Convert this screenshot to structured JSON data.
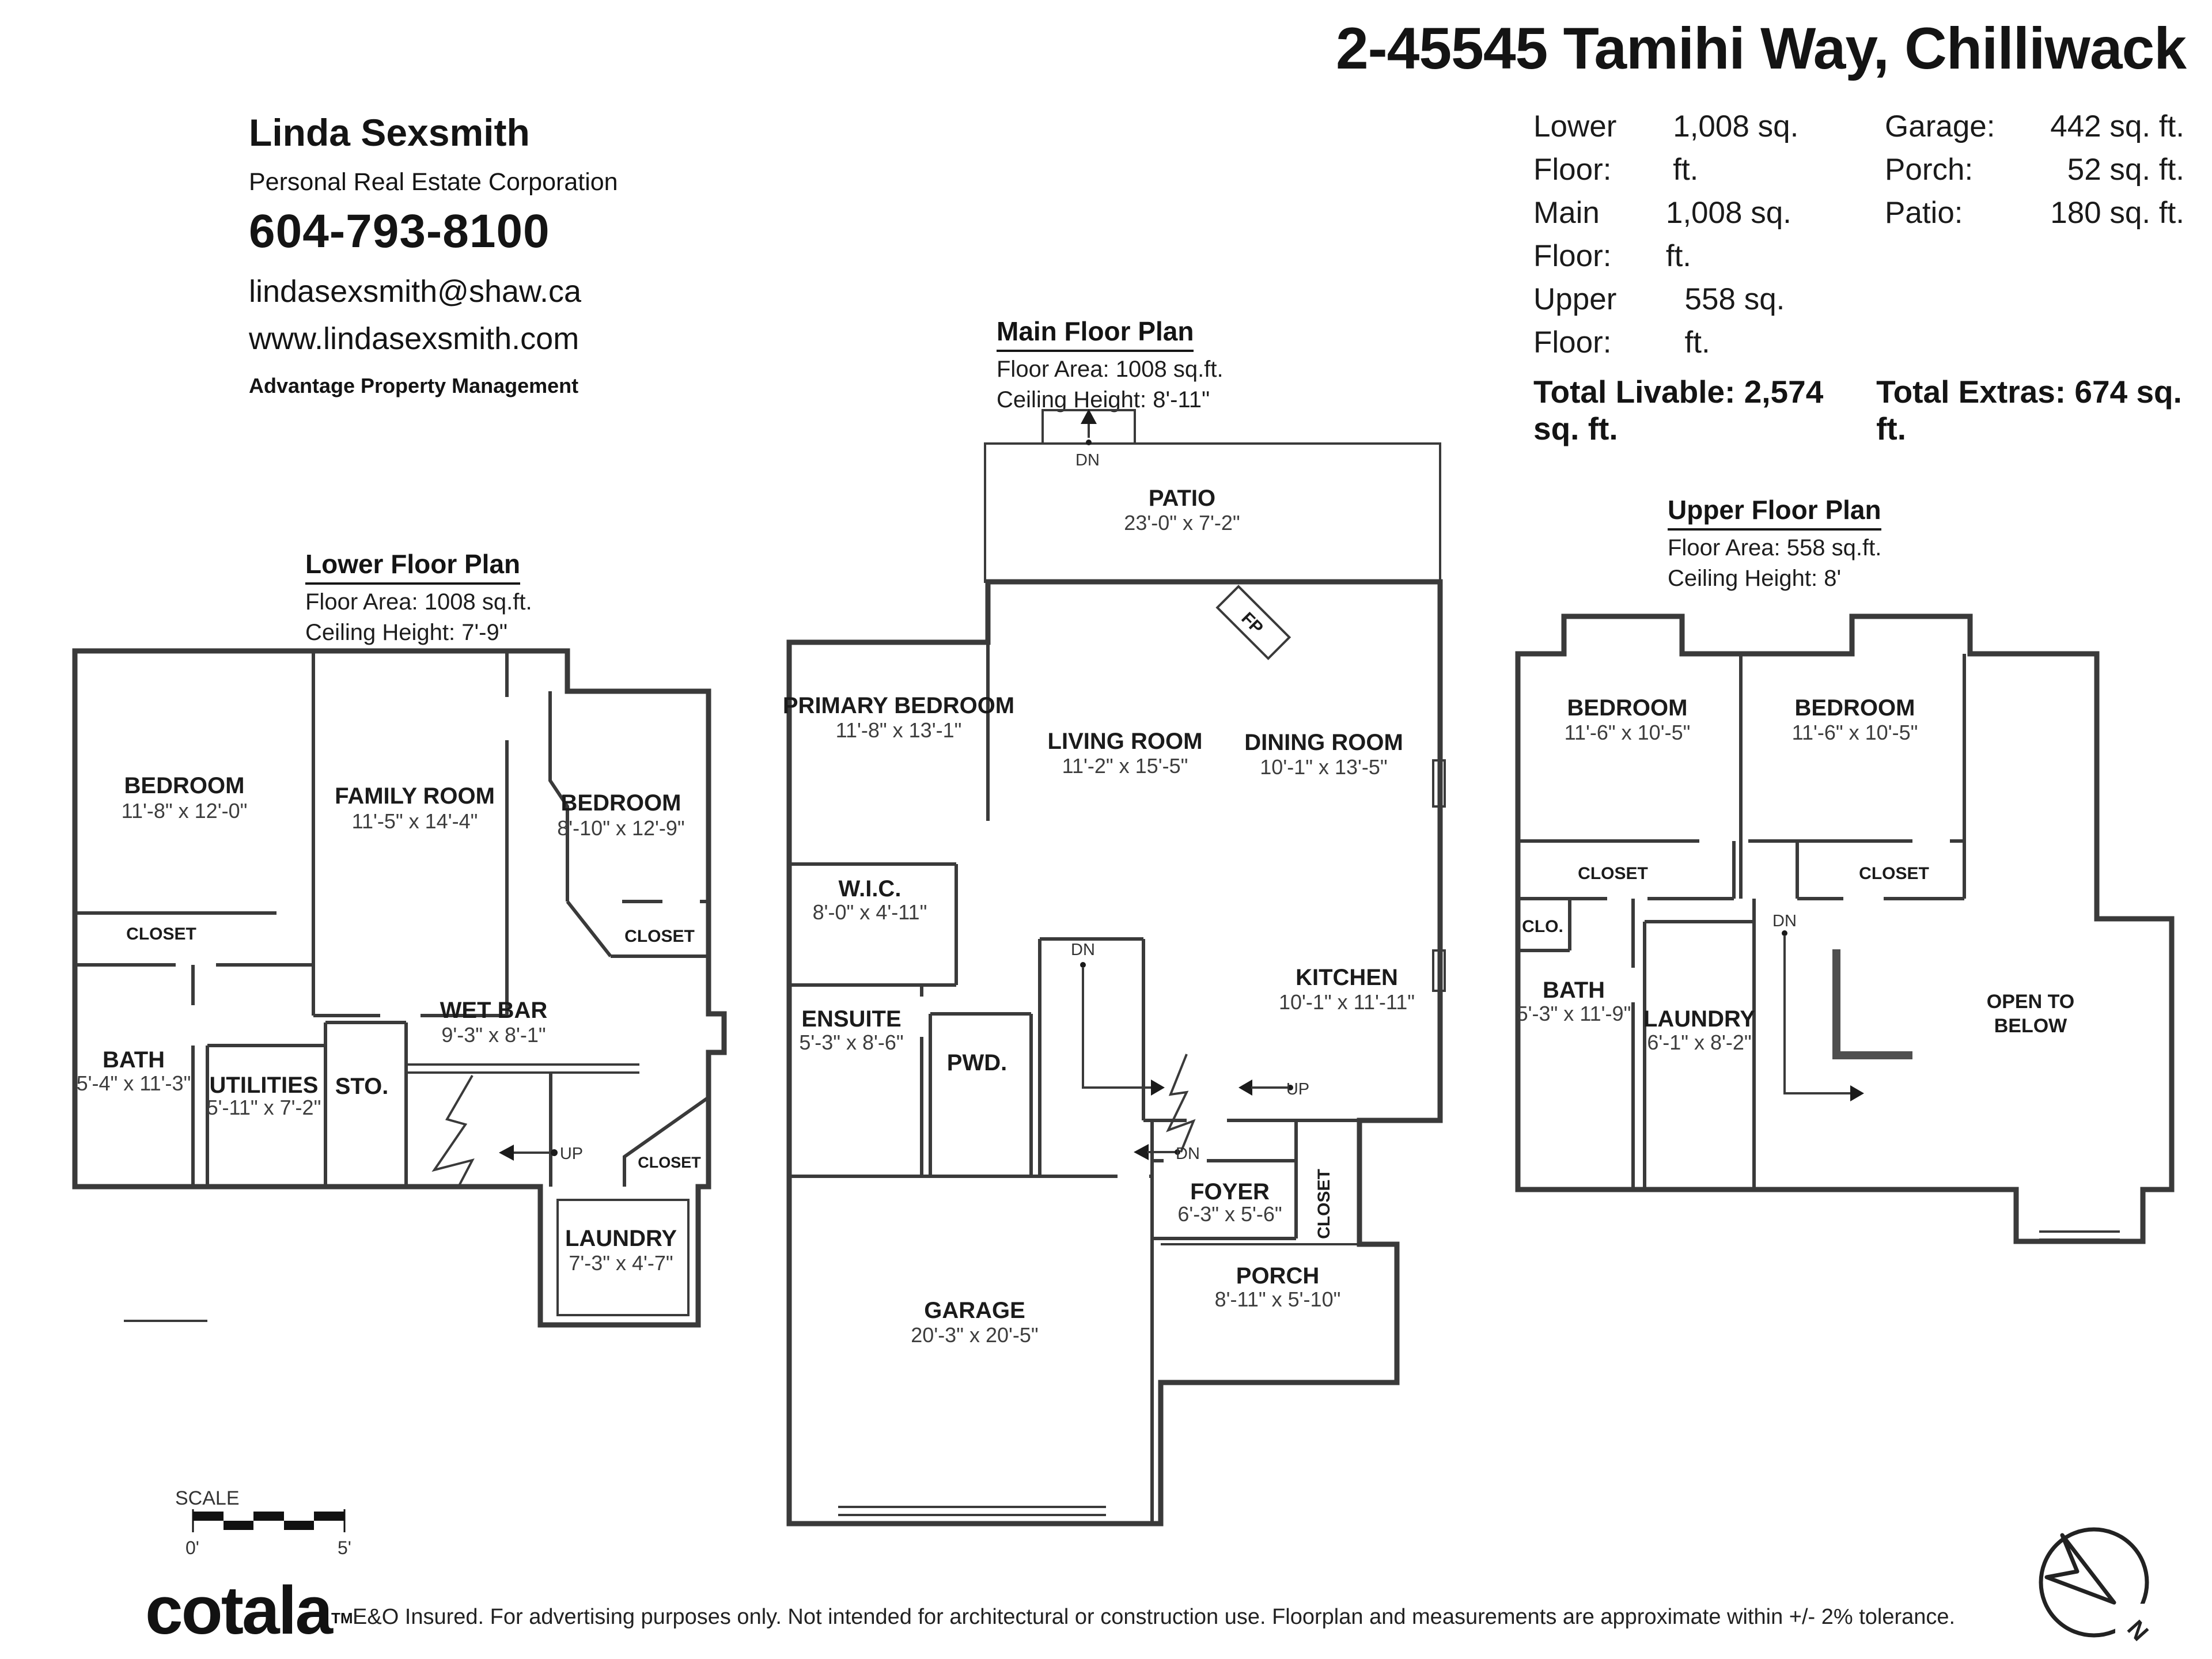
{
  "header": {
    "address": "2-45545 Tamihi Way, Chilliwack",
    "sqft_left": [
      {
        "label": "Lower Floor:",
        "value": "1,008 sq. ft."
      },
      {
        "label": "Main Floor:",
        "value": "1,008 sq. ft."
      },
      {
        "label": "Upper Floor:",
        "value": "558 sq. ft."
      }
    ],
    "sqft_right": [
      {
        "label": "Garage:",
        "value": "442 sq. ft."
      },
      {
        "label": "Porch:",
        "value": "52 sq. ft."
      },
      {
        "label": "Patio:",
        "value": "180 sq. ft."
      }
    ],
    "total_livable": "Total Livable: 2,574 sq. ft.",
    "total_extras": "Total Extras: 674 sq. ft."
  },
  "agent": {
    "name": "Linda Sexsmith",
    "designation": "Personal Real Estate Corporation",
    "phone": "604-793-8100",
    "email": "lindasexsmith@shaw.ca",
    "website": "www.lindasexsmith.com",
    "brokerage": "Advantage Property Management"
  },
  "floors": {
    "lower": {
      "title": "Lower Floor Plan",
      "area": "Floor Area: 1008 sq.ft.",
      "ceiling": "Ceiling Height: 7'-9\"",
      "rooms": {
        "bedroom1": {
          "name": "BEDROOM",
          "dims": "11'-8\" x 12'-0\""
        },
        "family": {
          "name": "FAMILY ROOM",
          "dims": "11'-5\" x 14'-4\""
        },
        "bedroom2": {
          "name": "BEDROOM",
          "dims": "8'-10\" x 12'-9\""
        },
        "closet_left": "CLOSET",
        "closet_right": "CLOSET",
        "bath": {
          "name": "BATH",
          "dims": "5'-4\" x 11'-3\""
        },
        "utilities": {
          "name": "UTILITIES",
          "dims": "5'-11\" x 7'-2\""
        },
        "sto": "STO.",
        "wetbar": {
          "name": "WET BAR",
          "dims": "9'-3\" x 8'-1\""
        },
        "up": "UP",
        "closet_br": "CLOSET",
        "laundry": {
          "name": "LAUNDRY",
          "dims": "7'-3\" x 4'-7\""
        }
      }
    },
    "main": {
      "title": "Main Floor Plan",
      "area": "Floor Area: 1008 sq.ft.",
      "ceiling": "Ceiling Height: 8'-11\"",
      "rooms": {
        "patio": {
          "name": "PATIO",
          "dims": "23'-0\" x 7'-2\""
        },
        "dn_top": "DN",
        "primary": {
          "name": "PRIMARY BEDROOM",
          "dims": "11'-8\" x 13'-1\""
        },
        "living": {
          "name": "LIVING ROOM",
          "dims": "11'-2\" x 15'-5\""
        },
        "dining": {
          "name": "DINING ROOM",
          "dims": "10'-1\" x 13'-5\""
        },
        "wic": {
          "name": "W.I.C.",
          "dims": "8'-0\" x 4'-11\""
        },
        "ensuite": {
          "name": "ENSUITE",
          "dims": "5'-3\" x 8'-6\""
        },
        "pwd": "PWD.",
        "dn_stairs": "DN",
        "up": "UP",
        "kitchen": {
          "name": "KITCHEN",
          "dims": "10'-1\" x 11'-11\""
        },
        "fp": "FP",
        "dn_foyer": "DN",
        "foyer": {
          "name": "FOYER",
          "dims": "6'-3\" x 5'-6\""
        },
        "closet": "CLOSET",
        "porch": {
          "name": "PORCH",
          "dims": "8'-11\" x 5'-10\""
        },
        "garage": {
          "name": "GARAGE",
          "dims": "20'-3\" x 20'-5\""
        }
      }
    },
    "upper": {
      "title": "Upper Floor Plan",
      "area": "Floor Area: 558 sq.ft.",
      "ceiling": "Ceiling Height: 8'",
      "rooms": {
        "bedroom1": {
          "name": "BEDROOM",
          "dims": "11'-6\" x 10'-5\""
        },
        "bedroom2": {
          "name": "BEDROOM",
          "dims": "11'-6\" x 10'-5\""
        },
        "closet_left": "CLOSET",
        "closet_right": "CLOSET",
        "clo": "CLO.",
        "bath": {
          "name": "BATH",
          "dims": "5'-3\" x 11'-9\""
        },
        "laundry": {
          "name": "LAUNDRY",
          "dims": "6'-1\" x 8'-2\""
        },
        "dn": "DN",
        "open_line1": "OPEN TO",
        "open_line2": "BELOW"
      }
    }
  },
  "footer": {
    "scale_label": "SCALE",
    "scale_start": "0'",
    "scale_end": "5'",
    "brand": "cotala",
    "brand_tm": "TM",
    "disclaimer": "E&O Insured. For advertising purposes only. Not intended for architectural or construction use. Floorplan and measurements are approximate within +/- 2% tolerance.",
    "compass_n": "N"
  }
}
